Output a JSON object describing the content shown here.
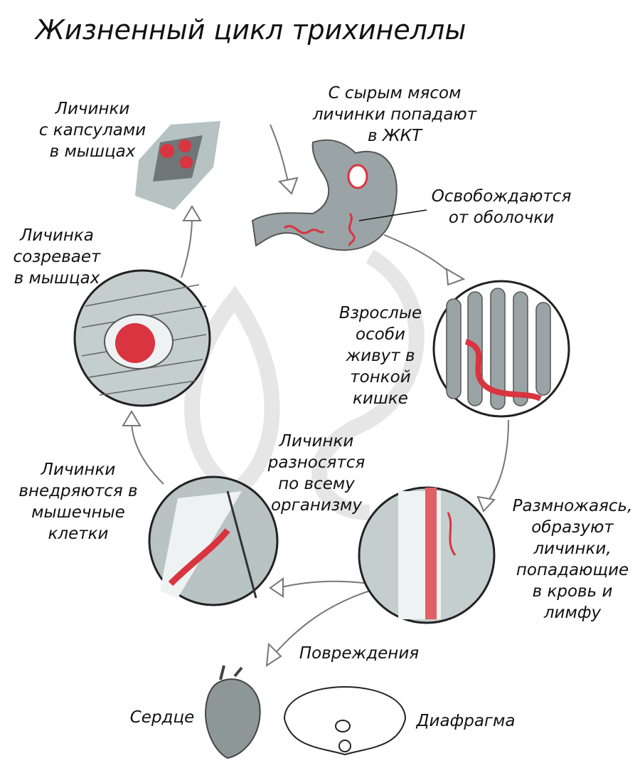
{
  "title": "Жизненный цикл трихинеллы",
  "colors": {
    "worm": "#d9343f",
    "tissue": "#a9b4b6",
    "dark": "#5e6668",
    "watermark": "#e3e3e3"
  },
  "labels": {
    "capsules": [
      "Личинки",
      "с капсулами",
      "в мышцах"
    ],
    "raw_meat": [
      "С сырым мясом",
      "личинки попадают",
      "в ЖКТ"
    ],
    "released": [
      "Освобождаются",
      "от оболочки"
    ],
    "matures": [
      "Личинка",
      "созревает",
      "в мышцах"
    ],
    "adults": [
      "Взрослые",
      "особи",
      "живут в",
      "тонкой",
      "кишке"
    ],
    "spread": [
      "Личинки",
      "разносятся",
      "по всему",
      "организму"
    ],
    "invade": [
      "Личинки",
      "внедряются в",
      "мышечные",
      "клетки"
    ],
    "reproduce": [
      "Размножаясь,",
      "образуют",
      "личинки,",
      "попадающие",
      "в кровь и",
      "лимфу"
    ],
    "damage": "Повреждения",
    "heart": "Сердце",
    "diaphragm": "Диафрагма"
  }
}
